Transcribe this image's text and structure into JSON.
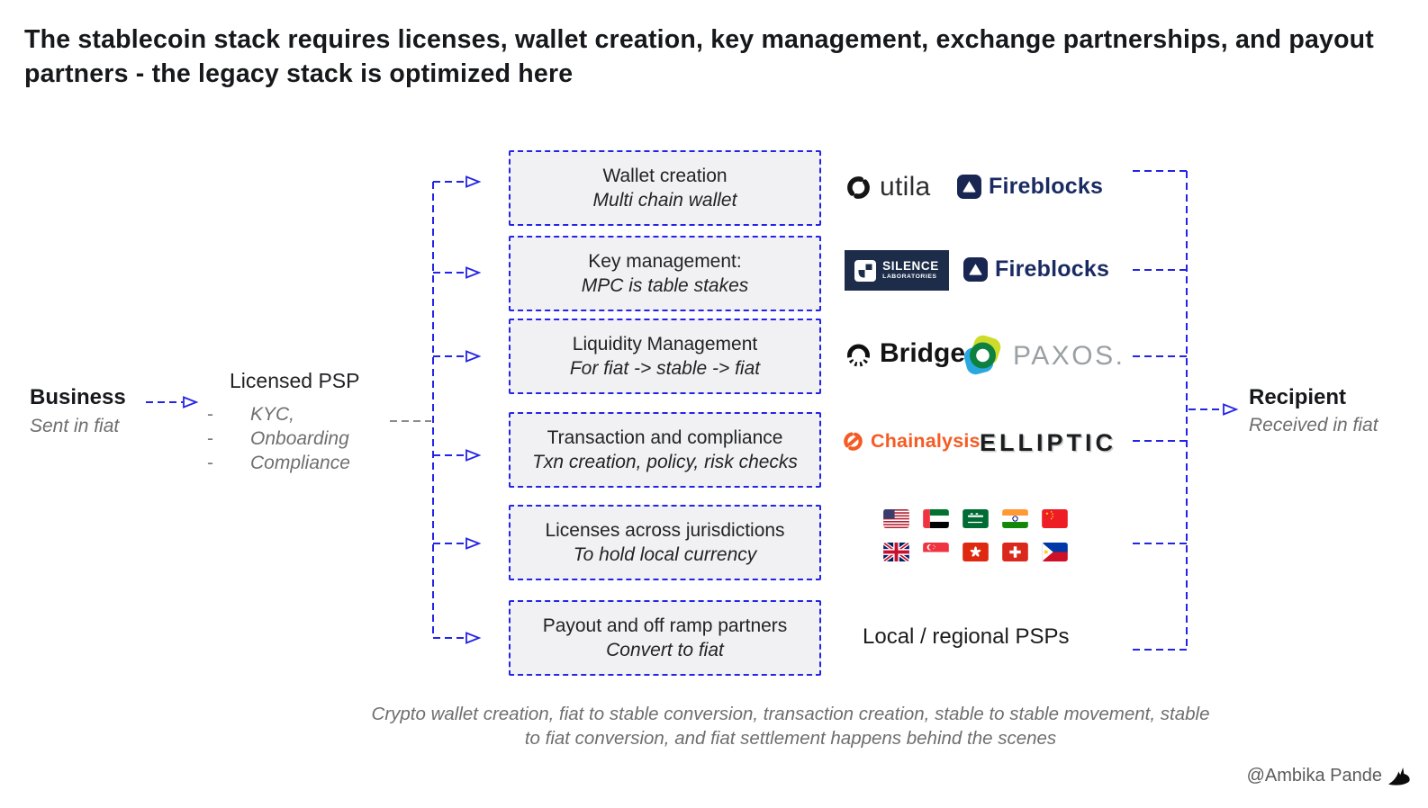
{
  "title": "The stablecoin stack requires licenses, wallet creation, key management, exchange partnerships, and payout partners - the legacy stack is optimized here",
  "left_flow": {
    "business": {
      "label": "Business",
      "sublabel": "Sent in fiat"
    },
    "licensed_psp": {
      "label": "Licensed PSP",
      "bullet_marker": "-",
      "bullets": [
        "KYC,",
        "Onboarding",
        "Compliance"
      ]
    }
  },
  "stack": [
    {
      "title": "Wallet creation",
      "subtitle": "Multi chain wallet"
    },
    {
      "title": "Key management:",
      "subtitle": "MPC is table stakes"
    },
    {
      "title": "Liquidity Management",
      "subtitle": "For fiat -> stable -> fiat"
    },
    {
      "title": "Transaction and compliance",
      "subtitle": "Txn creation, policy, risk checks"
    },
    {
      "title": "Licenses across jurisdictions",
      "subtitle": "To hold local currency"
    },
    {
      "title": "Payout and off ramp partners",
      "subtitle": "Convert to fiat"
    }
  ],
  "vendors": {
    "utila": "utila",
    "fireblocks": "Fireblocks",
    "silence_line1": "SILENCE",
    "silence_line2": "LABORATORIES",
    "bridge": "Bridge",
    "paxos": "PAXOS.",
    "chainalysis": "Chainalysis",
    "elliptic": "ELLIPTIC",
    "local_psps": "Local / regional PSPs"
  },
  "flags": {
    "row1": [
      "United States",
      "United Arab Emirates",
      "Saudi Arabia",
      "India",
      "China"
    ],
    "row2": [
      "United Kingdom",
      "Singapore",
      "Hong Kong",
      "Switzerland",
      "Philippines"
    ]
  },
  "recipient": {
    "label": "Recipient",
    "sublabel": "Received in fiat"
  },
  "caption": "Crypto wallet creation, fiat to stable conversion, transaction creation, stable to stable movement, stable to fiat conversion, and fiat settlement happens behind the scenes",
  "attribution": "@Ambika Pande",
  "icons": {
    "utila_mark": "interlocking-hooks-ring-icon",
    "fireblocks_mark": "white-triangle-in-navy-square-icon",
    "silence_mark": "white-square-glyph-icon",
    "bridge_mark": "half-dashed-circle-icon",
    "paxos_mark": "green-ring-blob-icon",
    "chainalysis_mark": "orange-knot-circle-icon",
    "bird": "bird-silhouette-icon",
    "arrowhead": "open-triangle-arrowhead"
  },
  "colors": {
    "accent_blue": "#2424e8",
    "connector_gray": "#8a8a8a",
    "box_fill": "#f1f1f3",
    "fireblocks_navy": "#192652",
    "silence_navy": "#1d2c49",
    "chainalysis_orange": "#f55b23",
    "paxos_text_gray": "#9aa0a3"
  }
}
